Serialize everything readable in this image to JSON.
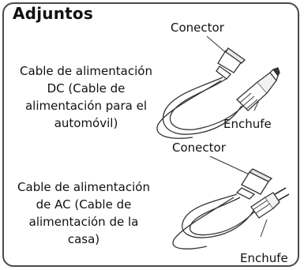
{
  "title": "Adjuntos",
  "dc": {
    "description_lines": [
      "Cable de alimentación",
      "DC (Cable de",
      "alimentación para el",
      "automóvil)"
    ],
    "connector_label": "Conector",
    "plug_label": "Enchufe"
  },
  "ac": {
    "description_lines": [
      "Cable de alimentación",
      "de AC (Cable de",
      "alimentación de la",
      "casa)"
    ],
    "connector_label": "Conector",
    "plug_label": "Enchufe"
  },
  "colors": {
    "border": "#4a4a4a",
    "line": "#333333"
  },
  "icons": [
    "dc-car-power-cable-icon",
    "ac-home-power-cable-icon"
  ]
}
